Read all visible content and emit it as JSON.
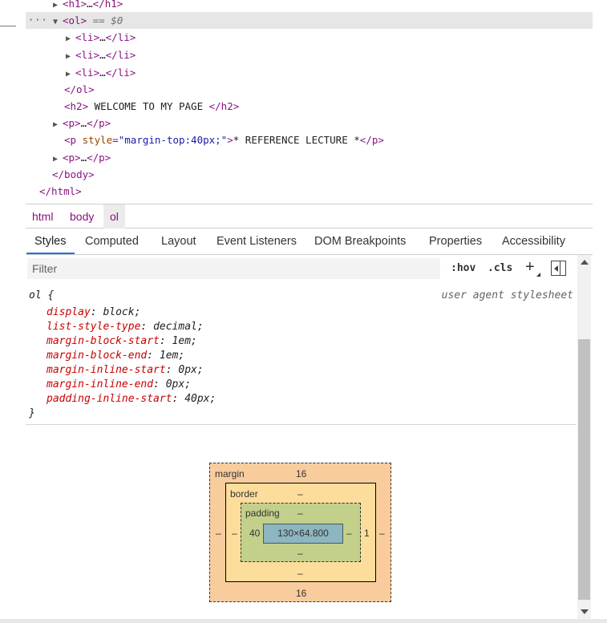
{
  "elements_tree": {
    "more_menu": "···",
    "lines": [
      {
        "open": "<h1>",
        "ellipsis": "…",
        "close": "</h1>"
      },
      {
        "open": "<ol>",
        "suffix": " == $0"
      },
      {
        "open": "<li>",
        "ellipsis": "…",
        "close": "</li>"
      },
      {
        "open": "<li>",
        "ellipsis": "…",
        "close": "</li>"
      },
      {
        "open": "<li>",
        "ellipsis": "…",
        "close": "</li>"
      },
      {
        "close": "</ol>"
      },
      {
        "open": "<h2>",
        "text": " WELCOME TO MY PAGE ",
        "close": "</h2>"
      },
      {
        "open": "<p>",
        "ellipsis": "…",
        "close": "</p>"
      },
      {
        "open_start": "<p ",
        "attr_name": "style",
        "attr_eq": "=",
        "attr_value": "\"margin-top:40px;\"",
        "open_end": ">",
        "text": "* REFERENCE LECTURE *",
        "close": "</p>"
      },
      {
        "open": "<p>",
        "ellipsis": "…",
        "close": "</p>"
      },
      {
        "close": "</body>"
      },
      {
        "close": "</html>"
      }
    ]
  },
  "breadcrumb": [
    "html",
    "body",
    "ol"
  ],
  "tabs": [
    "Styles",
    "Computed",
    "Layout",
    "Event Listeners",
    "DOM Breakpoints",
    "Properties",
    "Accessibility"
  ],
  "filter": {
    "placeholder": "Filter",
    "hov": ":hov",
    "cls": ".cls",
    "add": "+"
  },
  "rule": {
    "selector": "ol {",
    "source": "user agent stylesheet",
    "declarations": [
      {
        "prop": "display",
        "value": "block;"
      },
      {
        "prop": "list-style-type",
        "value": "decimal;"
      },
      {
        "prop": "margin-block-start",
        "value": "1em;"
      },
      {
        "prop": "margin-block-end",
        "value": "1em;"
      },
      {
        "prop": "margin-inline-start",
        "value": "0px;"
      },
      {
        "prop": "margin-inline-end",
        "value": "0px;"
      },
      {
        "prop": "padding-inline-start",
        "value": "40px;"
      }
    ],
    "close": "}"
  },
  "box_model": {
    "margin_label": "margin",
    "margin_top": "16",
    "margin_bottom": "16",
    "margin_left": "–",
    "margin_right": "–",
    "border_label": "border",
    "border_top": "–",
    "border_bottom": "–",
    "border_left": "–",
    "border_right": "1",
    "padding_label": "padding",
    "padding_top": "–",
    "padding_bottom": "–",
    "padding_left": "40",
    "padding_right": "–",
    "content": "130×64.800"
  }
}
